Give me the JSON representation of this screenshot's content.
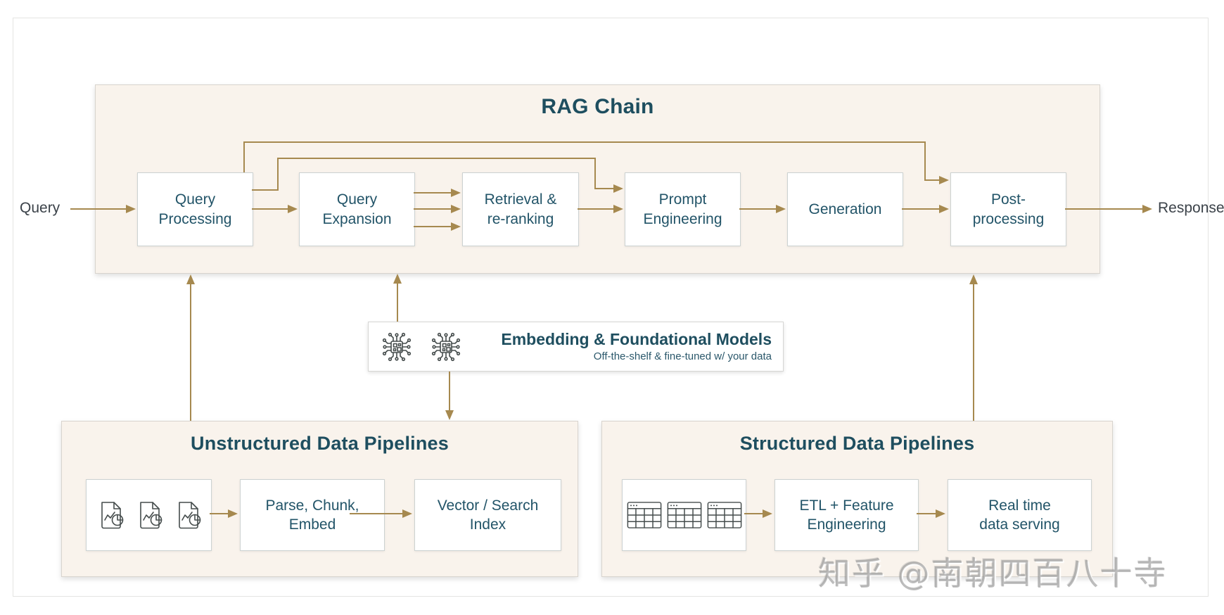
{
  "colors": {
    "accent_tan": "#a6894f",
    "teal_text": "#1e4e5f",
    "cream_bg": "#f9f3ec",
    "io_text": "#3b4249"
  },
  "io": {
    "query": "Query",
    "response": "Response"
  },
  "rag_chain": {
    "title": "RAG Chain",
    "nodes": [
      {
        "label": "Query\nProcessing"
      },
      {
        "label": "Query\nExpansion"
      },
      {
        "label": "Retrieval &\nre-ranking"
      },
      {
        "label": "Prompt\nEngineering"
      },
      {
        "label": "Generation"
      },
      {
        "label": "Post-\nprocessing"
      }
    ]
  },
  "embedding": {
    "title": "Embedding & Foundational Models",
    "subtitle": "Off-the-shelf & fine-tuned w/ your data",
    "icon": "ai-chip-icon",
    "icon_count": 2
  },
  "unstructured": {
    "title": "Unstructured Data Pipelines",
    "source_icon": "document-chart-icon",
    "source_icon_count": 3,
    "steps": [
      {
        "label": "Parse, Chunk,\nEmbed"
      },
      {
        "label": "Vector / Search\nIndex"
      }
    ]
  },
  "structured": {
    "title": "Structured Data Pipelines",
    "source_icon": "table-grid-icon",
    "source_icon_count": 3,
    "steps": [
      {
        "label": "ETL + Feature\nEngineering"
      },
      {
        "label": "Real time\ndata serving"
      }
    ]
  },
  "watermark": "知乎 @南朝四百八十寺"
}
